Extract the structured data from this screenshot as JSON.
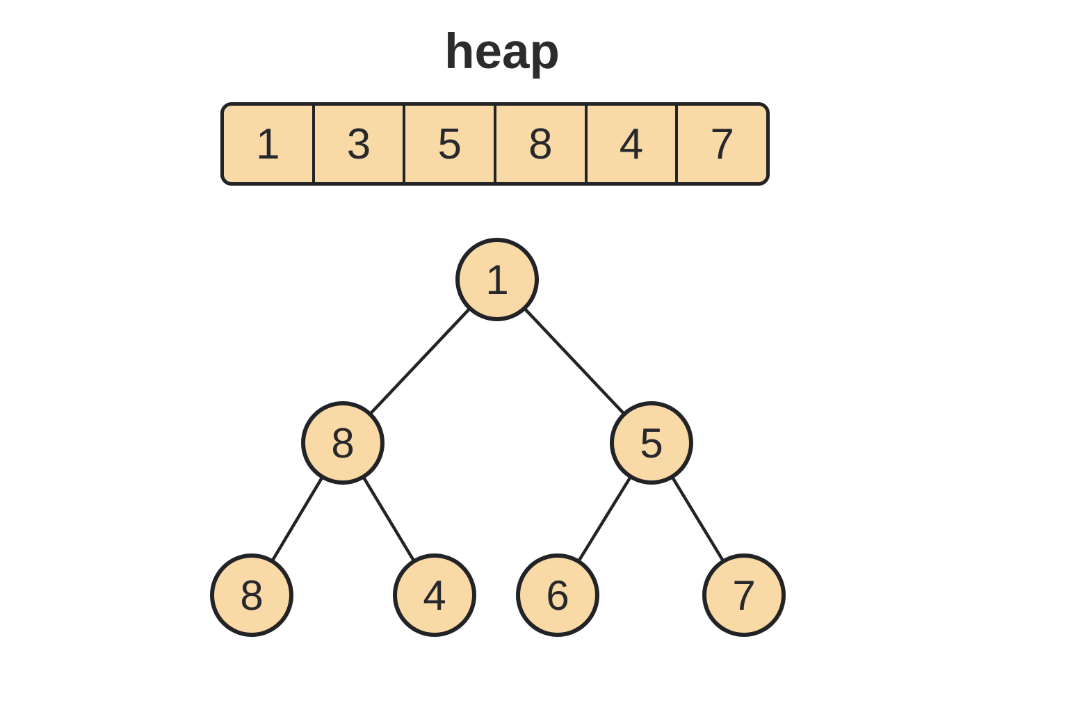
{
  "title": "heap",
  "colors": {
    "node_fill": "#f9d9a6",
    "stroke": "#222327",
    "text": "#26282b",
    "background": "#ffffff"
  },
  "array": {
    "values": [
      "1",
      "3",
      "5",
      "8",
      "4",
      "7"
    ]
  },
  "tree": {
    "nodes": [
      {
        "id": 0,
        "value": "1",
        "level": 0
      },
      {
        "id": 1,
        "value": "8",
        "level": 1
      },
      {
        "id": 2,
        "value": "5",
        "level": 1
      },
      {
        "id": 3,
        "value": "8",
        "level": 2
      },
      {
        "id": 4,
        "value": "4",
        "level": 2
      },
      {
        "id": 5,
        "value": "6",
        "level": 2
      },
      {
        "id": 6,
        "value": "7",
        "level": 2
      }
    ],
    "edges": [
      {
        "from": 0,
        "to": 1
      },
      {
        "from": 0,
        "to": 2
      },
      {
        "from": 1,
        "to": 3
      },
      {
        "from": 1,
        "to": 4
      },
      {
        "from": 2,
        "to": 5
      },
      {
        "from": 2,
        "to": 6
      }
    ]
  }
}
